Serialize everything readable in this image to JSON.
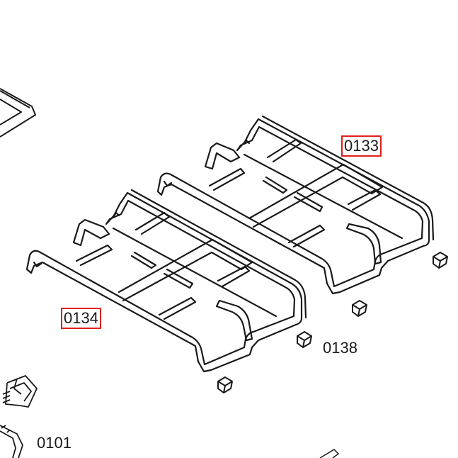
{
  "diagram": {
    "callouts": [
      {
        "id": "grate-right",
        "number": "0133",
        "highlighted": true
      },
      {
        "id": "grate-left",
        "number": "0134",
        "highlighted": true
      },
      {
        "id": "rubber-feet",
        "number": "0138",
        "highlighted": false
      },
      {
        "id": "corner-part",
        "number": "0101",
        "highlighted": false
      }
    ],
    "colors": {
      "line": "#1a1a1a",
      "highlight": "#e0201b",
      "background": "#ffffff"
    }
  }
}
